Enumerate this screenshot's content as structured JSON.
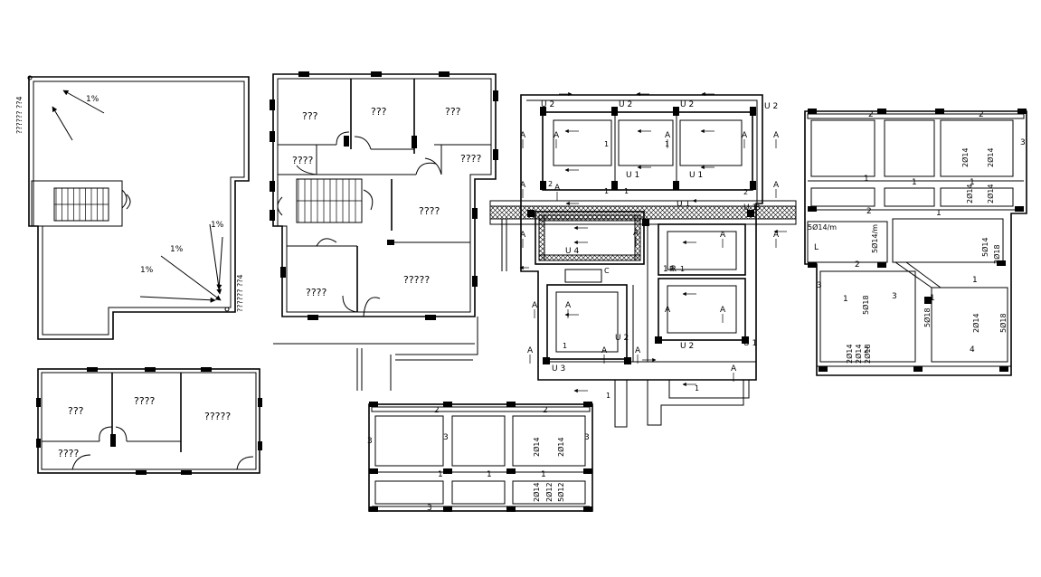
{
  "roof": {
    "slope_top": "1%",
    "slope_mid": "1%",
    "slope_left": "1%",
    "slope_right": "1%",
    "drain_label_top": "?????? ??4",
    "drain_label_bottom": "?????? ??4"
  },
  "annex": {
    "rooms": [
      "???",
      "????",
      "?????",
      "????"
    ]
  },
  "ground_floor": {
    "rooms": [
      "???",
      "???",
      "???",
      "????",
      "????",
      "????",
      "????",
      "?????"
    ]
  },
  "foundation": {
    "beam_labels": [
      "U 2",
      "U 2",
      "U 2",
      "U 2",
      "U 1",
      "U 1",
      "U 1",
      "U 1",
      "U 2",
      "U 2",
      "U 1",
      "U 3",
      "U 4",
      "1 R"
    ],
    "section_marks": [
      "A",
      "A",
      "A",
      "A",
      "A",
      "A",
      "A",
      "A",
      "A",
      "A",
      "A",
      "A",
      "A",
      "A",
      "A",
      "A",
      "A",
      "A",
      "A",
      "A"
    ],
    "small_marks": [
      "1",
      "1",
      "1",
      "1",
      "1",
      "1",
      "1",
      "1",
      "2",
      "2",
      "R",
      "B",
      "C"
    ]
  },
  "slab_top_right": {
    "beam_labels": [
      "2",
      "2",
      "1",
      "1",
      "1",
      "2",
      "1",
      "3",
      "2",
      "1",
      "3",
      "2",
      "3",
      "1",
      "4",
      "L",
      "1"
    ],
    "rebar_labels": [
      "5Ø14/m",
      "5Ø14/m",
      "2Ø14",
      "2Ø14",
      "2Ø14",
      "2Ø14",
      "5Ø14",
      "5Ø18",
      "2Ø14",
      "5Ø18",
      "2Ø14",
      "2Ø14",
      "2Ø18",
      "5Ø18",
      "2Ø18"
    ]
  },
  "slab_bottom": {
    "beam_labels": [
      "2",
      "2",
      "3",
      "1",
      "1",
      "1",
      "3",
      "3",
      "3"
    ],
    "rebar_labels": [
      "2Ø14",
      "2Ø14",
      "2Ø14",
      "2Ø12",
      "5Ø12"
    ]
  }
}
